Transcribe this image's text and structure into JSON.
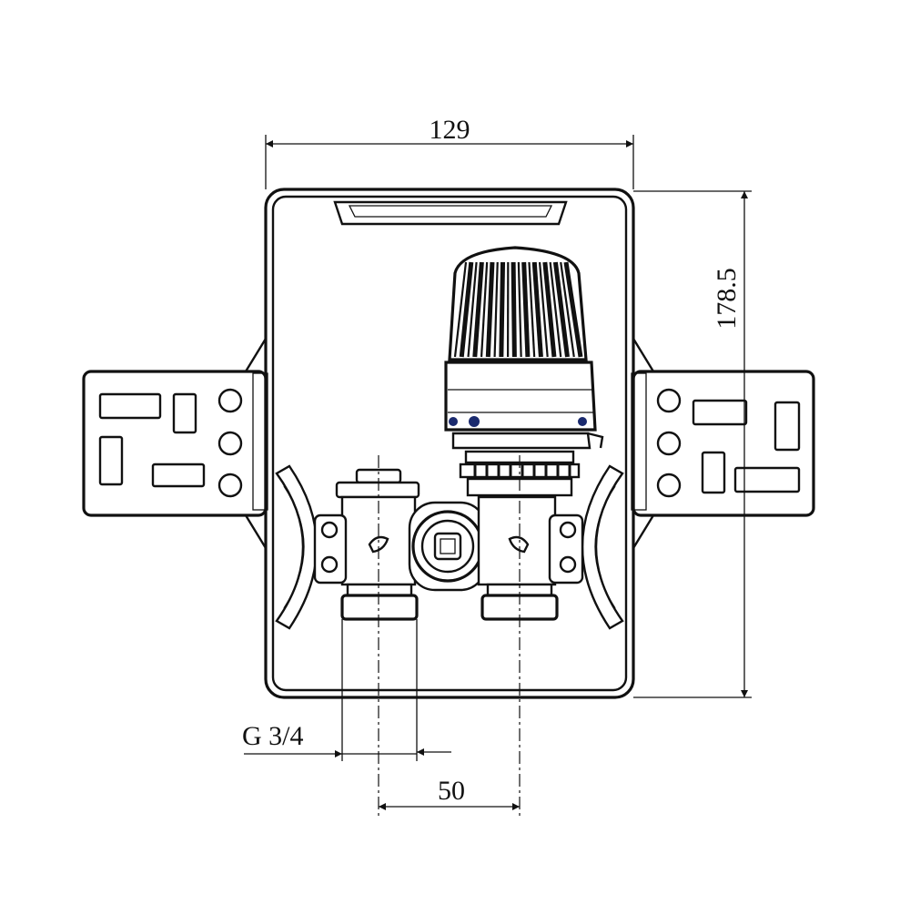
{
  "dimensions": {
    "width": "129",
    "height": "178.5",
    "thread": "G 3/4",
    "spacing": "50"
  },
  "colors": {
    "line": "#111111",
    "background": "#ffffff",
    "indicator": "#1a2a6e"
  }
}
